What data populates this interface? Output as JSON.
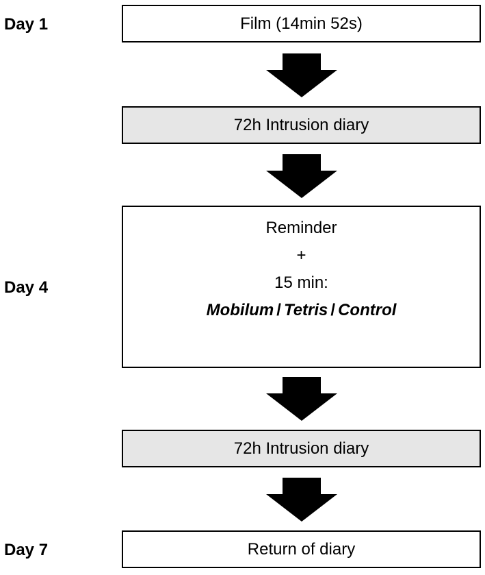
{
  "days": {
    "day1": "Day 1",
    "day4": "Day 4",
    "day7": "Day 7"
  },
  "steps": {
    "film": "Film (14min 52s)",
    "diary_first": "72h Intrusion diary",
    "reminder": "Reminder",
    "plus": "+",
    "duration": "15 min:",
    "conditions": [
      "Mobilum",
      "Tetris",
      "Control"
    ],
    "condition_separator": "/",
    "diary_second": "72h Intrusion diary",
    "return": "Return of diary"
  },
  "colors": {
    "box_fill": "#ffffff",
    "diary_fill": "#e6e6e6",
    "stroke": "#000000",
    "arrow": "#000000"
  }
}
